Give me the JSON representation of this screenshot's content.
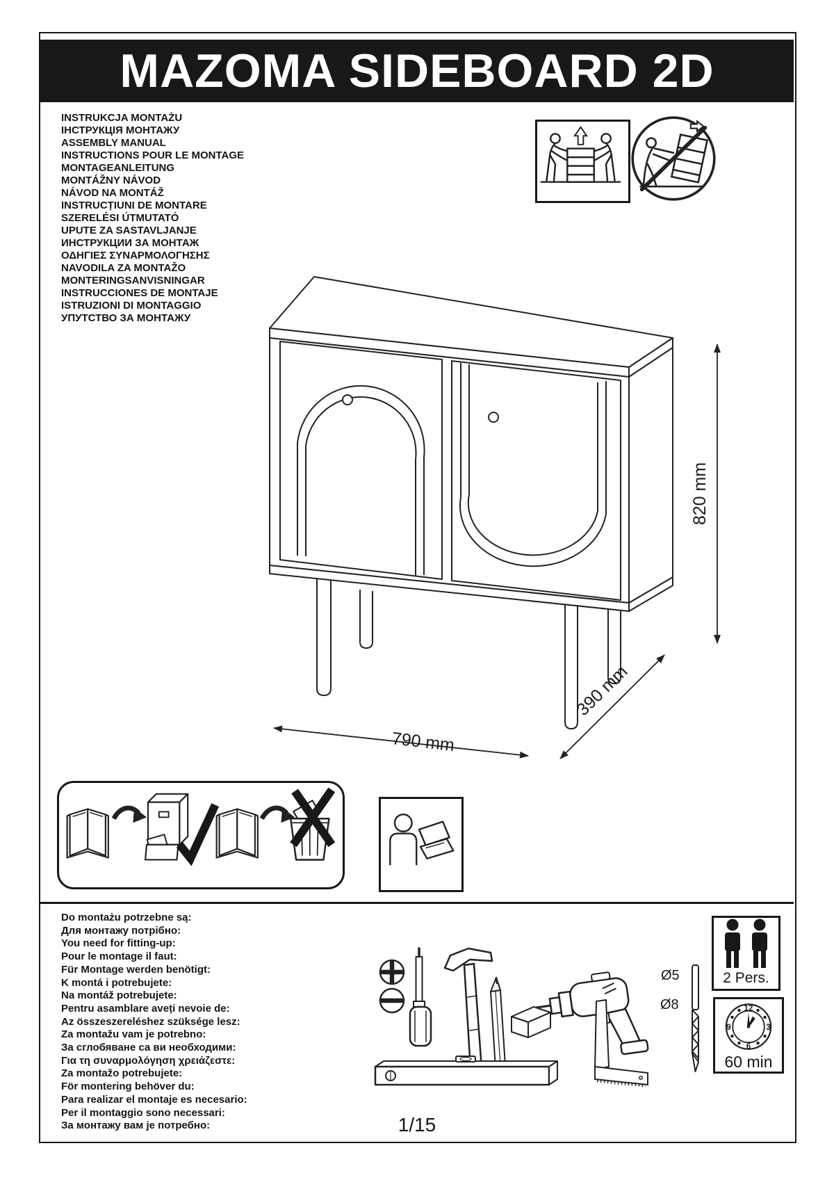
{
  "header": {
    "title": "MAZOMA SIDEBOARD 2D"
  },
  "top_languages": [
    "INSTRUKCJA MONTAŻU",
    "ІНСТРУКЦІЯ МОНТАЖУ",
    "ASSEMBLY MANUAL",
    "INSTRUCTIONS POUR LE MONTAGE",
    "MONTAGEANLEITUNG",
    "MONTÁŽNY NÁVOD",
    "NÁVOD NA MONTÁŽ",
    "INSTRUCȚIUNI DE MONTARE",
    "SZERELÉSI ÚTMUTATÓ",
    "UPUTE ZA SASTAVLJANJE",
    "ИНСТРУКЦИИ ЗА МОНТАЖ",
    "ΟΔΗΓΙΕΣ ΣΥΝΑΡΜΟΛΟΓΗΣΗΣ",
    "NAVODILA ZA MONTAŽO",
    "MONTERINGSANVISNINGAR",
    "INSTRUCCIONES DE MONTAJE",
    "ISTRUZIONI DI MONTAGGIO",
    "УПУТСТВО ЗА МОНТАЖУ"
  ],
  "dimensions": {
    "height": "820 mm",
    "width": "790 mm",
    "depth": "390 mm"
  },
  "bottom_languages": [
    "Do montażu potrzebne są:",
    "Для монтажу потрібно:",
    "You need for fitting-up:",
    "Pour le montage il faut:",
    "Für Montage werden benötigt:",
    "K montá i potrebujete:",
    "Na montáž potrebujete:",
    "Pentru asamblare aveți nevoie de:",
    "Az összeszereléshez szüksége lesz:",
    "Za montažu vam je potrebno:",
    "За сглобяване са ви необходими:",
    "Για τη συναρμολόγηση χρειάζεστε:",
    "Za montažo potrebujete:",
    "För montering behöver du:",
    "Para realizar el montaje es necesario:",
    "Per il montaggio sono necessari:",
    "За монтажу вам је потребно:"
  ],
  "drill": {
    "d5": "Ø5",
    "d8": "Ø8"
  },
  "persons_box": {
    "label": "2 Pers."
  },
  "time_box": {
    "label": "60 min",
    "clock": {
      "n12": "12",
      "n3": "3",
      "n6": "6",
      "n9": "9"
    }
  },
  "page_number": "1/15",
  "colors": {
    "ink": "#1b1b1b",
    "paper": "#ffffff"
  },
  "icons": {
    "carry": "two-person-carry-icon",
    "no_drag": "do-not-drag-icon",
    "keep_manual": "book-to-cabinet-check-icon",
    "no_trash": "book-to-trash-cross-icon",
    "online_help": "person-laptop-icon",
    "tools": [
      "phillips-screw-icon",
      "slotted-screw-icon",
      "screwdriver-icon",
      "hammer-icon",
      "pencil-icon",
      "block-plane-icon",
      "drill-icon",
      "spirit-level-icon",
      "carpenter-square-icon",
      "drill-bit-icon"
    ]
  }
}
